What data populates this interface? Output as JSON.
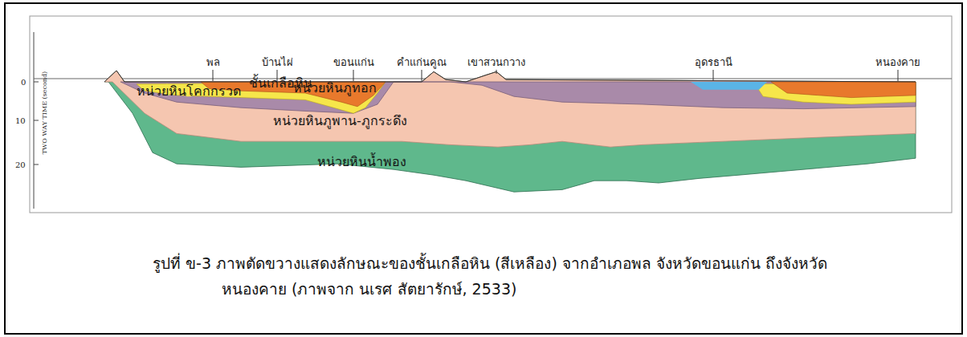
{
  "diagram": {
    "caption": "รูปที่ ข-3 ภาพตัดขวางแสดงลักษณะของชั้นเกลือหิน (สีเหลือง) จากอำเภอพล จังหวัดขอนแก่น ถึงจังหวัดหนองคาย (ภาพจาก นเรศ สัตยารักษ์, 2533)",
    "labels": [
      "TWO WAY TIME (second)",
      "0",
      "10",
      "20",
      "พล",
      "บ้านไผ่",
      "ขอนแก่น",
      "คำแก่นคูณ",
      "เขาสวนกวาง",
      "อุดรธานี",
      "หนองคาย",
      "หน่วยหินโคกกรวด",
      "ชั้นเกลือหิน",
      "หน่วยหินภูทอก",
      "หน่วยหินภูพาน-ภูกระดึง",
      "หน่วยหินน้ำพอง"
    ]
  }
}
